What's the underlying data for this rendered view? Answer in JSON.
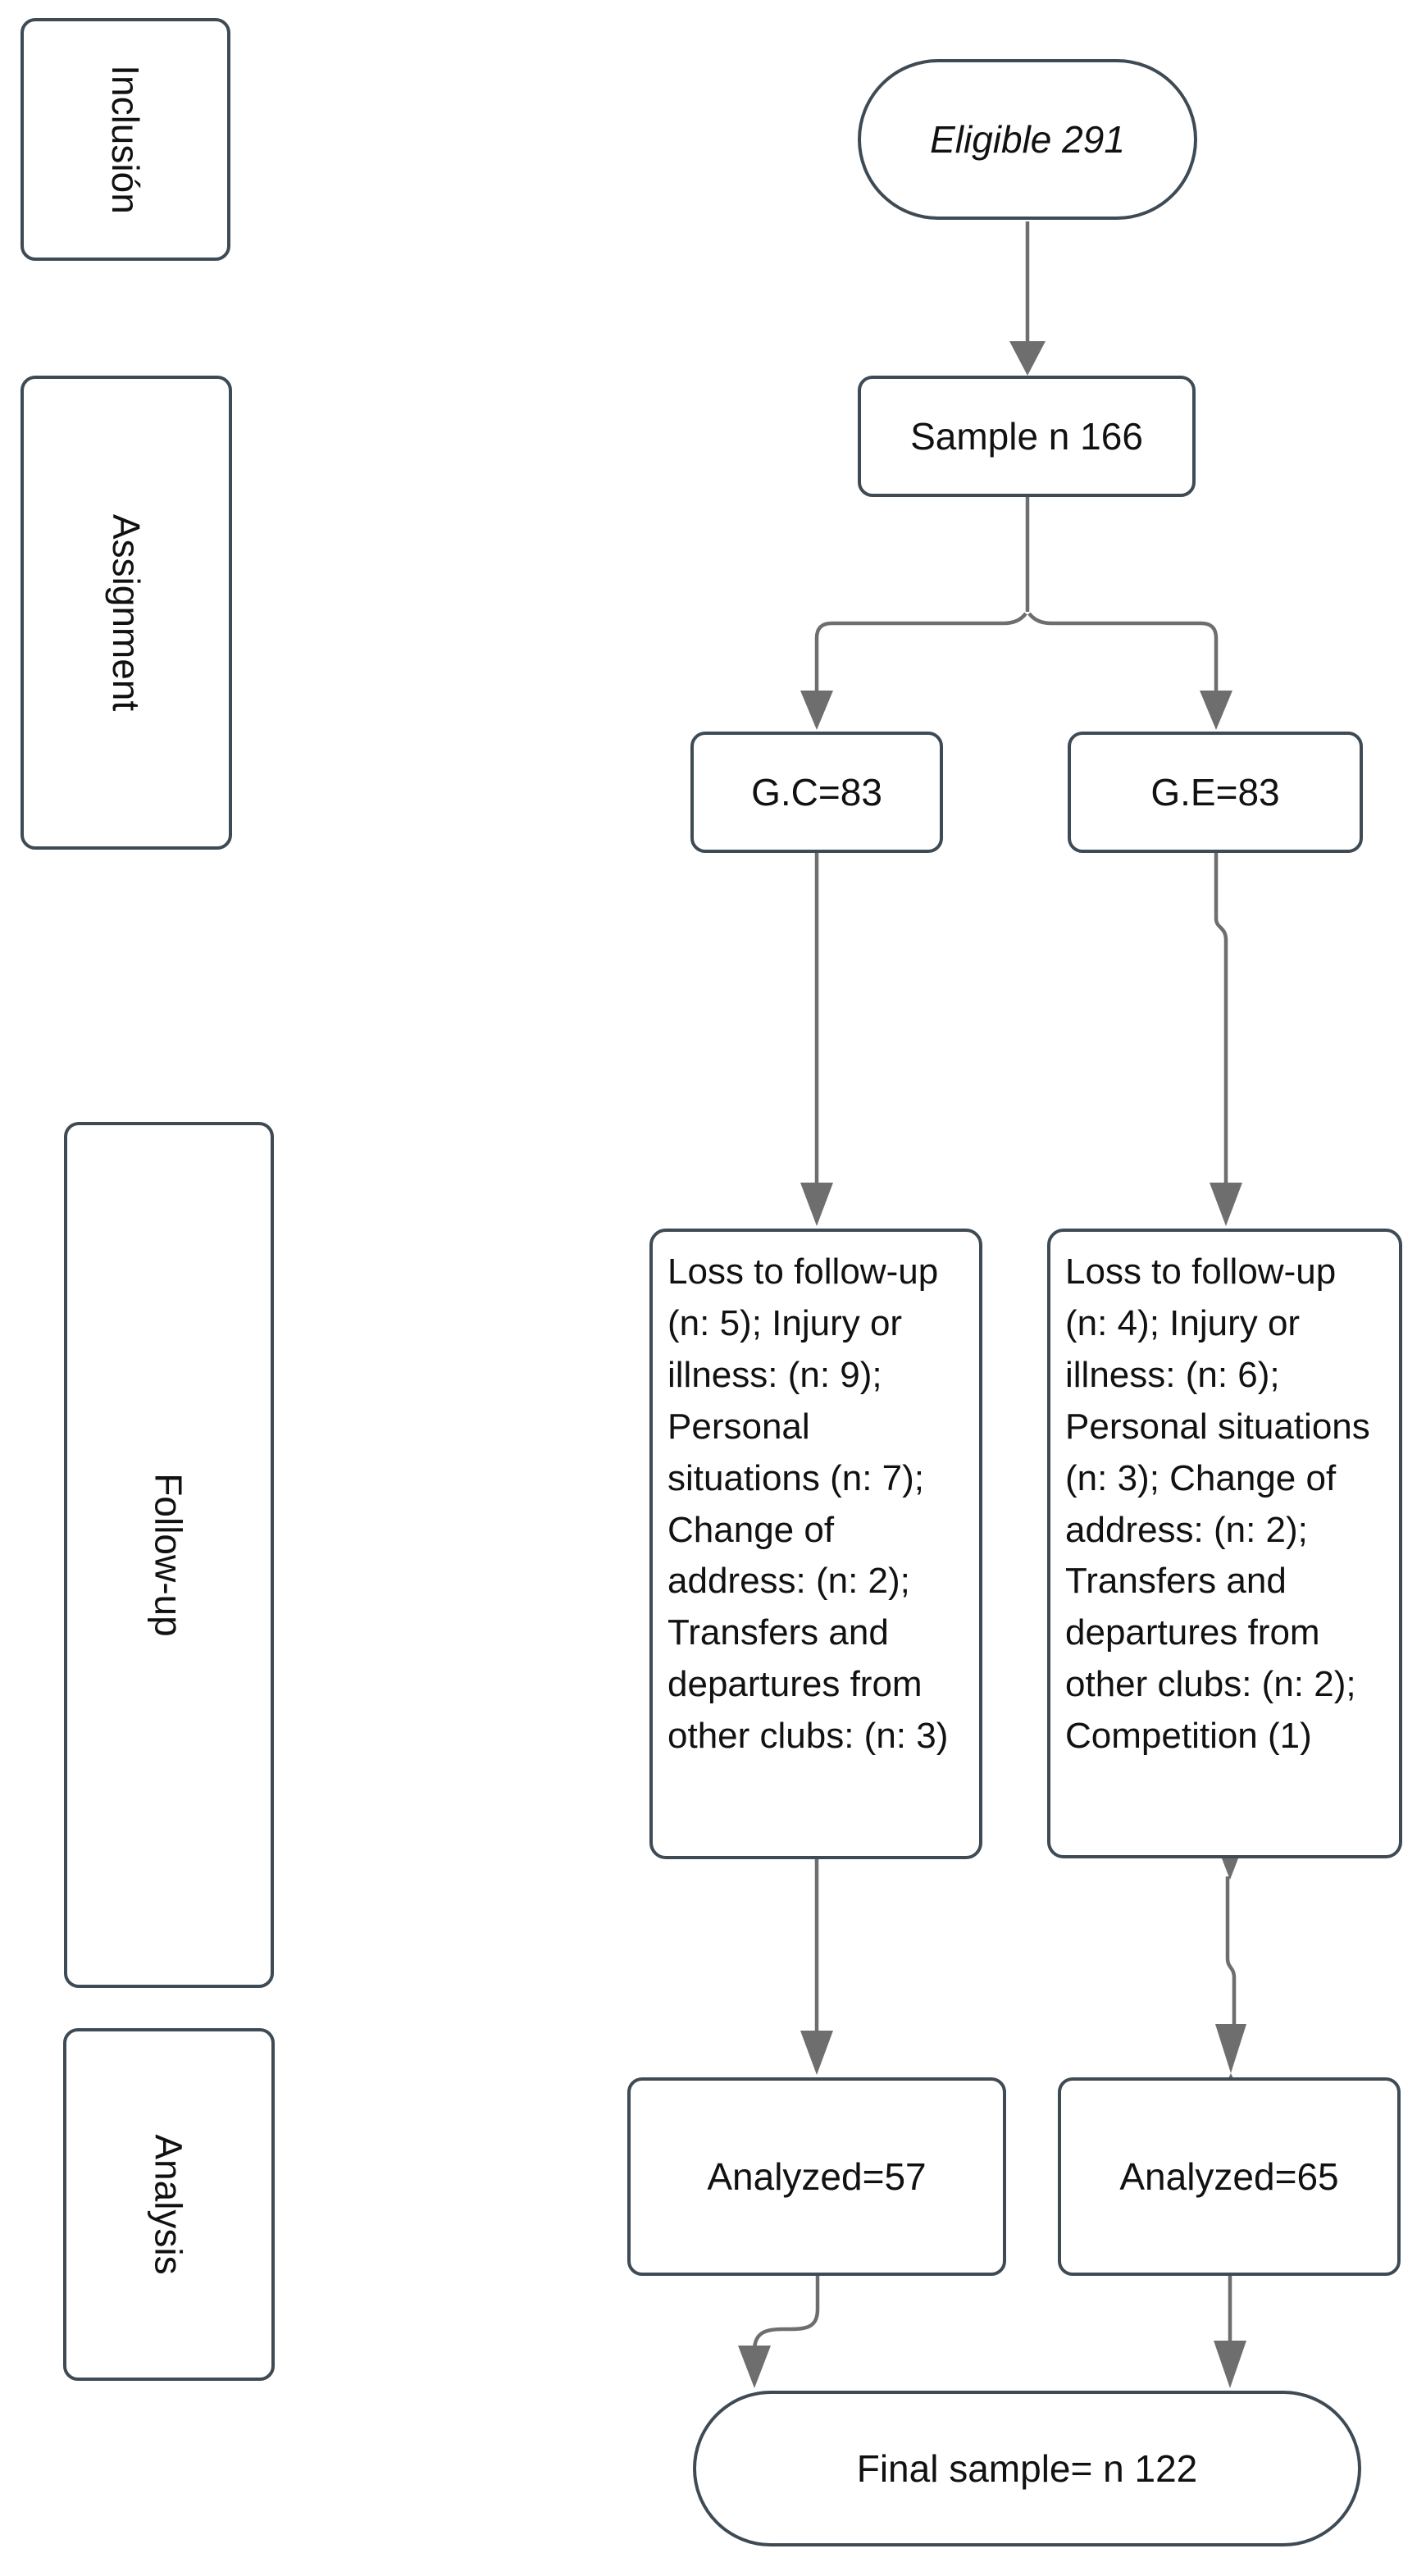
{
  "palette": {
    "node_border": "#3E4A54",
    "connector": "#6E6E6E",
    "text": "#111111",
    "background": "#FFFFFF"
  },
  "stages": {
    "inclusion": "Inclusión",
    "assignment": "Assignment",
    "followup": "Follow-up",
    "analysis": "Analysis"
  },
  "nodes": {
    "eligible": "Eligible 291",
    "sample": "Sample n 166",
    "control_group": "G.C=83",
    "experimental_group": "G.E=83",
    "control_losses": "Loss to follow-up (n: 5); Injury or illness: (n: 9); Personal situations (n: 7); Change of address: (n: 2); Transfers and departures from other clubs: (n: 3)",
    "experimental_losses": "Loss to follow-up (n: 4); Injury or illness: (n: 6); Personal situations (n: 3); Change of address: (n: 2); Transfers and departures from other clubs: (n: 2); Competition (1)",
    "control_analyzed": "Analyzed=57",
    "experimental_analyzed": "Analyzed=65",
    "final": "Final sample= n 122"
  }
}
